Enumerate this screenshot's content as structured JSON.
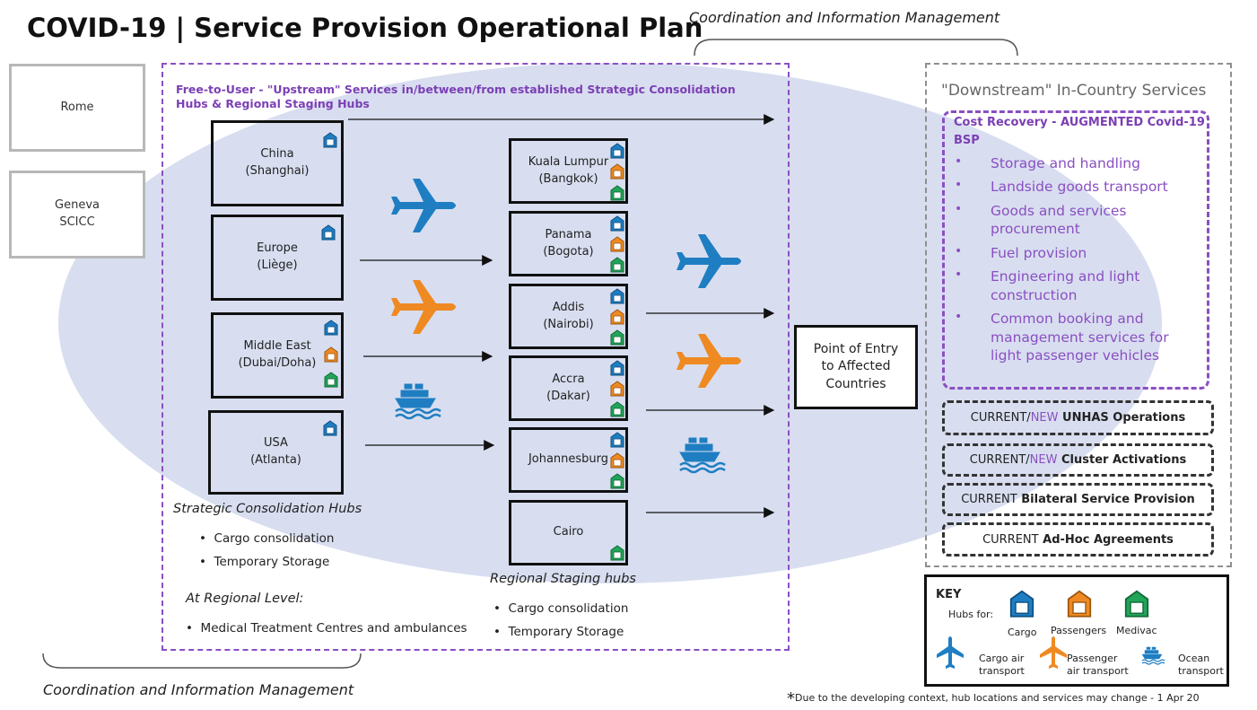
{
  "title": "COVID-19 | Service Provision Operational Plan",
  "coordination_top": "Coordination and Information Management",
  "coordination_bottom": "Coordination and Information Management",
  "side_boxes": {
    "rome": "Rome",
    "geneva": "Geneva\nSCICC"
  },
  "upstream": {
    "title": "Free-to-User - \"Upstream\" Services in/between/from established Strategic Consolidation Hubs & Regional Staging Hubs",
    "strategic_hubs": [
      {
        "label": "China\n(Shanghai)",
        "icons": [
          "cargo"
        ]
      },
      {
        "label": "Europe\n(Liège)",
        "icons": [
          "cargo"
        ]
      },
      {
        "label": "Middle East\n(Dubai/Doha)",
        "icons": [
          "cargo",
          "passengers",
          "medivac"
        ]
      },
      {
        "label": "USA\n(Atlanta)",
        "icons": [
          "cargo"
        ]
      }
    ],
    "regional_hubs": [
      {
        "label": "Kuala Lumpur\n(Bangkok)",
        "icons": [
          "cargo",
          "passengers",
          "medivac"
        ]
      },
      {
        "label": "Panama\n(Bogota)",
        "icons": [
          "cargo",
          "passengers",
          "medivac"
        ]
      },
      {
        "label": "Addis\n(Nairobi)",
        "icons": [
          "cargo",
          "passengers",
          "medivac"
        ]
      },
      {
        "label": "Accra\n(Dakar)",
        "icons": [
          "cargo",
          "passengers",
          "medivac"
        ]
      },
      {
        "label": "Johannesburg",
        "icons": [
          "cargo",
          "passengers",
          "medivac"
        ]
      },
      {
        "label": "Cairo",
        "icons": [
          "medivac"
        ]
      }
    ],
    "strategic_label": "Strategic Consolidation Hubs",
    "strategic_bullets": [
      "Cargo consolidation",
      "Temporary Storage"
    ],
    "regional_level_label": "At Regional Level:",
    "regional_level_bullets": [
      "Medical Treatment Centres and ambulances"
    ],
    "regional_label": "Regional Staging hubs",
    "regional_bullets": [
      "Cargo consolidation",
      "Temporary Storage"
    ]
  },
  "point_of_entry": "Point of Entry\nto Affected\nCountries",
  "downstream": {
    "title": "\"Downstream\" In-Country Services",
    "cost_recovery_title": "Cost Recovery - AUGMENTED Covid-19 BSP",
    "services": [
      "Storage and handling",
      "Landside goods transport",
      "Goods and services procurement",
      "Fuel provision",
      "Engineering and light construction",
      "Common booking and management services for light passenger vehicles"
    ],
    "current_items": [
      {
        "prefix": "CURRENT/",
        "new": "NEW",
        "bold": " UNHAS Operations"
      },
      {
        "prefix": "CURRENT/",
        "new": "NEW",
        "bold": " Cluster Activations"
      },
      {
        "prefix": "CURRENT",
        "new": "",
        "bold": " Bilateral Service Provision"
      },
      {
        "prefix": "CURRENT",
        "new": "",
        "bold": " Ad-Hoc Agreements"
      }
    ]
  },
  "key": {
    "title": "KEY",
    "hubs_for": "Hubs for:",
    "cargo": "Cargo",
    "passengers": "Passengers",
    "medivac": "Medivac",
    "cargo_air": "Cargo air\ntransport",
    "passenger_air": "Passenger\nair transport",
    "ocean": "Ocean\ntransport"
  },
  "footnote_star": "*",
  "footnote": "Due to the developing context, hub locations and services may change -  1 Apr 20",
  "colors": {
    "cargo": "#1f7ec2",
    "passengers": "#ef8a22",
    "medivac": "#22a45a",
    "purple": "#8a4fc2",
    "ellipse": "#d8def0"
  }
}
